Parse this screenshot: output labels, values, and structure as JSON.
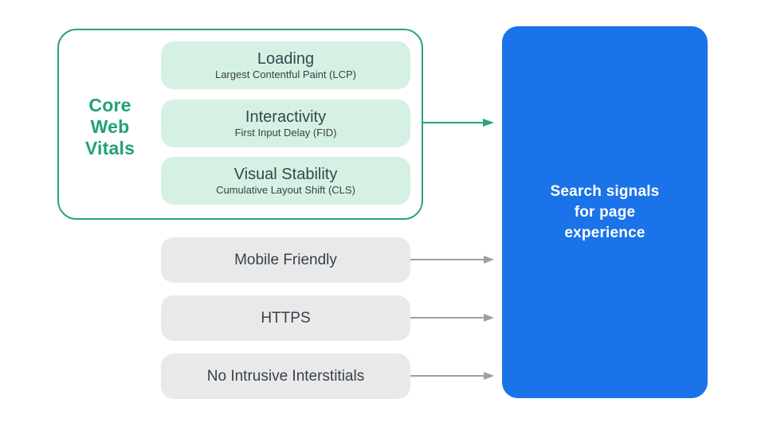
{
  "diagram_title": "Search signals for page experience diagram",
  "core_web_vitals": {
    "label_lines": [
      "Core",
      "Web",
      "Vitals"
    ],
    "items": [
      {
        "title": "Loading",
        "subtitle": "Largest Contentful Paint (LCP)"
      },
      {
        "title": "Interactivity",
        "subtitle": "First Input Delay (FID)"
      },
      {
        "title": "Visual Stability",
        "subtitle": "Cumulative Layout Shift (CLS)"
      }
    ]
  },
  "other_signals": [
    {
      "label": "Mobile Friendly"
    },
    {
      "label": "HTTPS"
    },
    {
      "label": "No Intrusive Interstitials"
    }
  ],
  "result": {
    "lines": [
      "Search signals",
      "for page",
      "experience"
    ]
  },
  "colors": {
    "accent_green": "#2BA37B",
    "green_text": "#21A272",
    "mint_fill": "#D5F1E4",
    "gray_fill": "#E8E9EA",
    "arrow_gray": "#9AA0A6",
    "blue_fill": "#1A73E8",
    "dark_text": "#3C4043",
    "white_text": "#FFFFFF"
  }
}
